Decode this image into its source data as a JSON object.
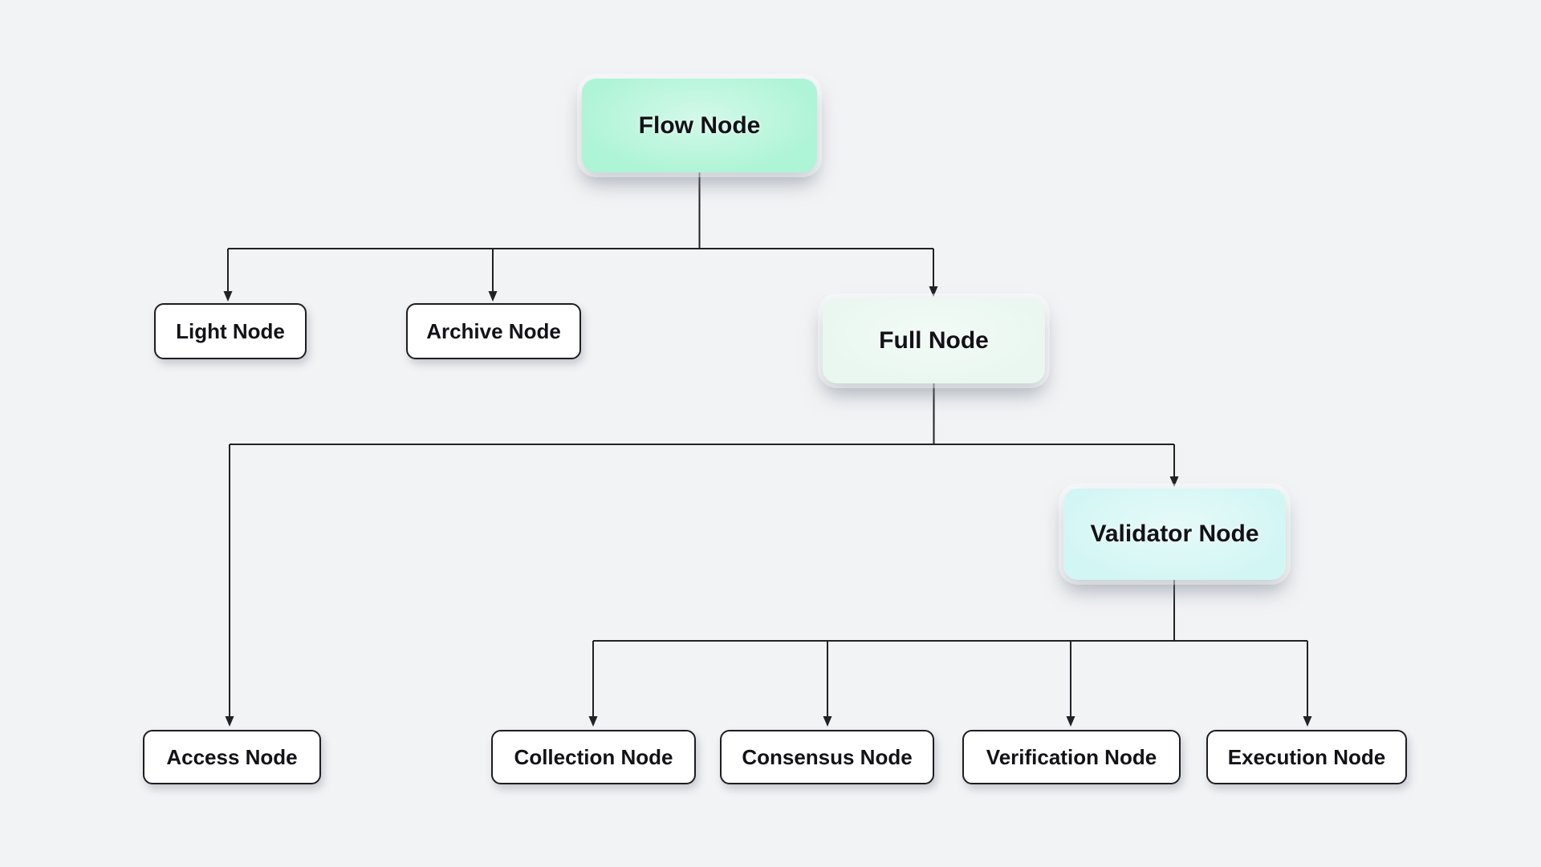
{
  "diagram": {
    "background_color": "#f2f3f5",
    "line_color": "#212126",
    "text_color": "#121217",
    "nodes": {
      "flow": {
        "label": "Flow Node",
        "color": "#aef4d6",
        "kind": "highlight"
      },
      "light": {
        "label": "Light Node",
        "color": "#ffffff",
        "kind": "leaf"
      },
      "archive": {
        "label": "Archive Node",
        "color": "#ffffff",
        "kind": "leaf"
      },
      "full": {
        "label": "Full Node",
        "color": "#e9f7f0",
        "kind": "highlight"
      },
      "validator": {
        "label": "Validator Node",
        "color": "#d2f6f4",
        "kind": "highlight"
      },
      "access": {
        "label": "Access Node",
        "color": "#ffffff",
        "kind": "leaf"
      },
      "collection": {
        "label": "Collection Node",
        "color": "#ffffff",
        "kind": "leaf"
      },
      "consensus": {
        "label": "Consensus Node",
        "color": "#ffffff",
        "kind": "leaf"
      },
      "verification": {
        "label": "Verification Node",
        "color": "#ffffff",
        "kind": "leaf"
      },
      "execution": {
        "label": "Execution Node",
        "color": "#ffffff",
        "kind": "leaf"
      }
    },
    "edges": [
      {
        "from": "flow",
        "to": "light"
      },
      {
        "from": "flow",
        "to": "archive"
      },
      {
        "from": "flow",
        "to": "full"
      },
      {
        "from": "full",
        "to": "access"
      },
      {
        "from": "full",
        "to": "validator"
      },
      {
        "from": "validator",
        "to": "collection"
      },
      {
        "from": "validator",
        "to": "consensus"
      },
      {
        "from": "validator",
        "to": "verification"
      },
      {
        "from": "validator",
        "to": "execution"
      }
    ]
  }
}
